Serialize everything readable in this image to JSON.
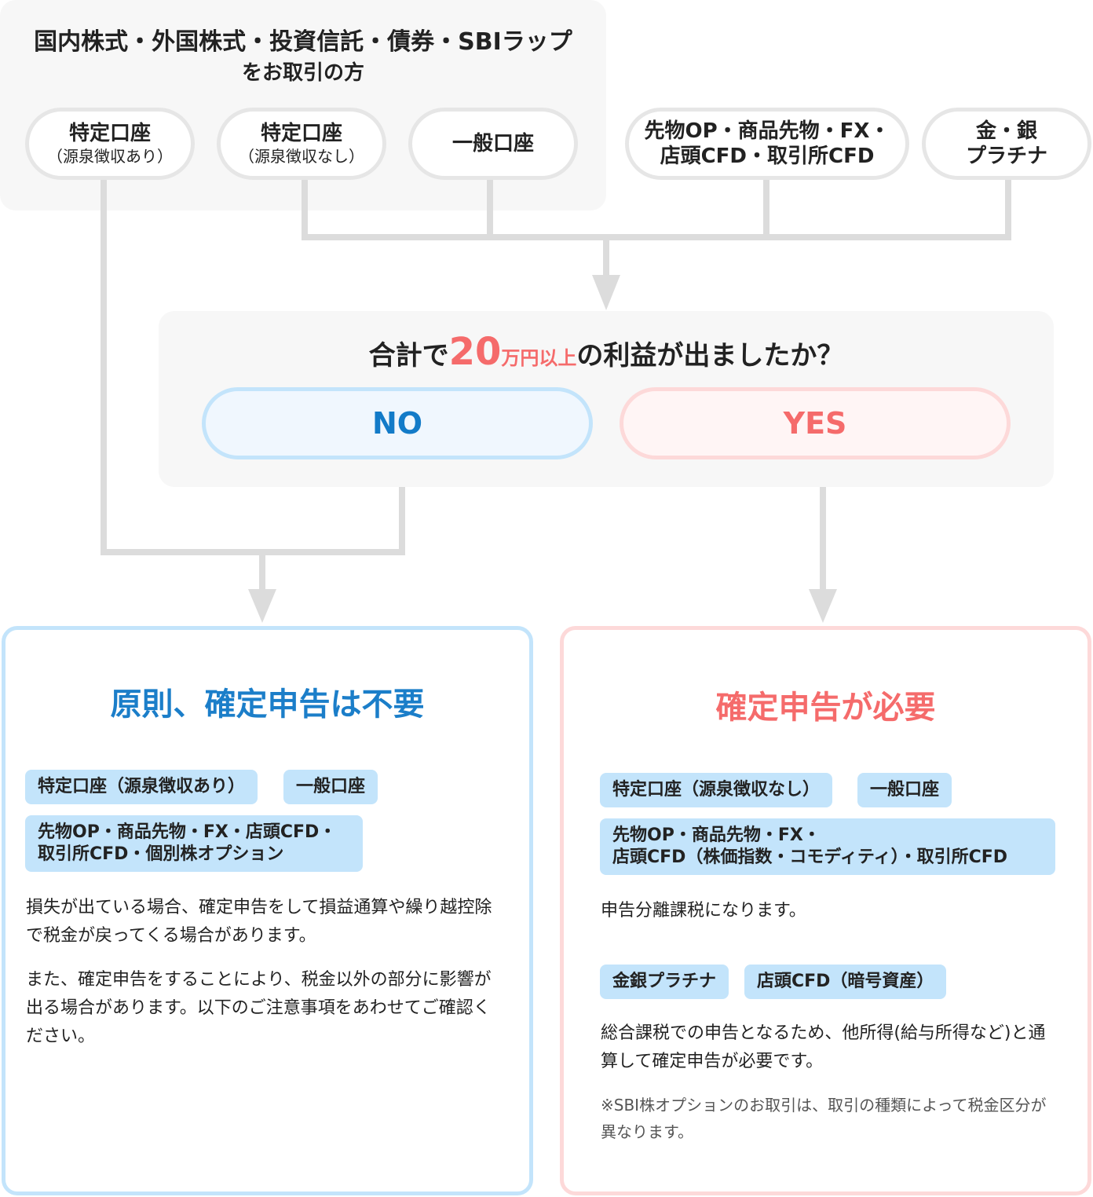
{
  "top_group": {
    "title_line1": "国内株式・外国株式・投資信託・債券・SBIラップ",
    "title_line2": "をお取引の方",
    "accounts": [
      {
        "label": "特定口座",
        "sub": "（源泉徴収あり）"
      },
      {
        "label": "特定口座",
        "sub": "（源泉徴収なし）"
      },
      {
        "label": "一般口座"
      }
    ]
  },
  "other_products": [
    {
      "line1": "先物OP・商品先物・FX・",
      "line2": "店頭CFD・取引所CFD"
    },
    {
      "line1": "金・銀",
      "line2": "プラチナ"
    }
  ],
  "question": {
    "prefix": "合計で",
    "amount": "20",
    "unit": "万円以上",
    "suffix": "の利益が出ましたか？",
    "no_label": "NO",
    "yes_label": "YES"
  },
  "no_result": {
    "title": "原則、確定申告は不要",
    "tags": [
      "特定口座（源泉徴収あり）",
      "一般口座",
      "先物OP・商品先物・FX・店頭CFD・\n取引所CFD・個別株オプション"
    ],
    "para1": "損失が出ている場合、確定申告をして損益通算や繰り越控除で税金が戻ってくる場合があります。",
    "para2": "また、確定申告をすることにより、税金以外の部分に影響が出る場合があります。以下のご注意事項をあわせてご確認ください。"
  },
  "yes_result": {
    "title": "確定申告が必要",
    "tags1": [
      "特定口座（源泉徴収なし）",
      "一般口座",
      "先物OP・商品先物・FX・\n店頭CFD（株価指数・コモディティ）・取引所CFD"
    ],
    "text1": "申告分離課税になります。",
    "tags2": [
      "金銀プラチナ",
      "店頭CFD（暗号資産）"
    ],
    "text2": "総合課税での申告となるため、他所得(給与所得など)と通算して確定申告が必要です。",
    "note": "※SBI株オプションのお取引は、取引の種類によって税金区分が異なります。"
  },
  "colors": {
    "blue": "#137bc8",
    "red": "#f56b6b",
    "line": "#dcdcdc"
  }
}
